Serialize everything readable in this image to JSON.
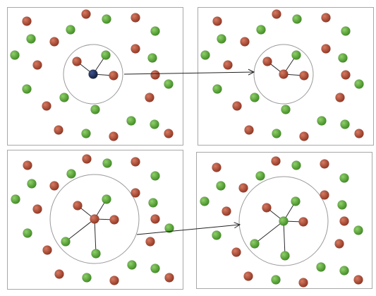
{
  "colors": {
    "red": "#a0412d",
    "green": "#4f9e2e",
    "query": "#1c2e57",
    "panel_border": "#a8a8a8",
    "edge": "#2a2a2a",
    "circle": "#9a9a9a",
    "arrow": "#222222",
    "background": "#ffffff"
  },
  "panels": [
    {
      "id": "top-left",
      "neighborhood": "small",
      "center_class": "query"
    },
    {
      "id": "top-right",
      "neighborhood": "small",
      "center_class": "red"
    },
    {
      "id": "bottom-left",
      "neighborhood": "large",
      "center_class": "red"
    },
    {
      "id": "bottom-right",
      "neighborhood": "large",
      "center_class": "green"
    }
  ],
  "arrows": [
    {
      "from": "top-left",
      "to": "top-right"
    },
    {
      "from": "bottom-left",
      "to": "bottom-right"
    }
  ]
}
